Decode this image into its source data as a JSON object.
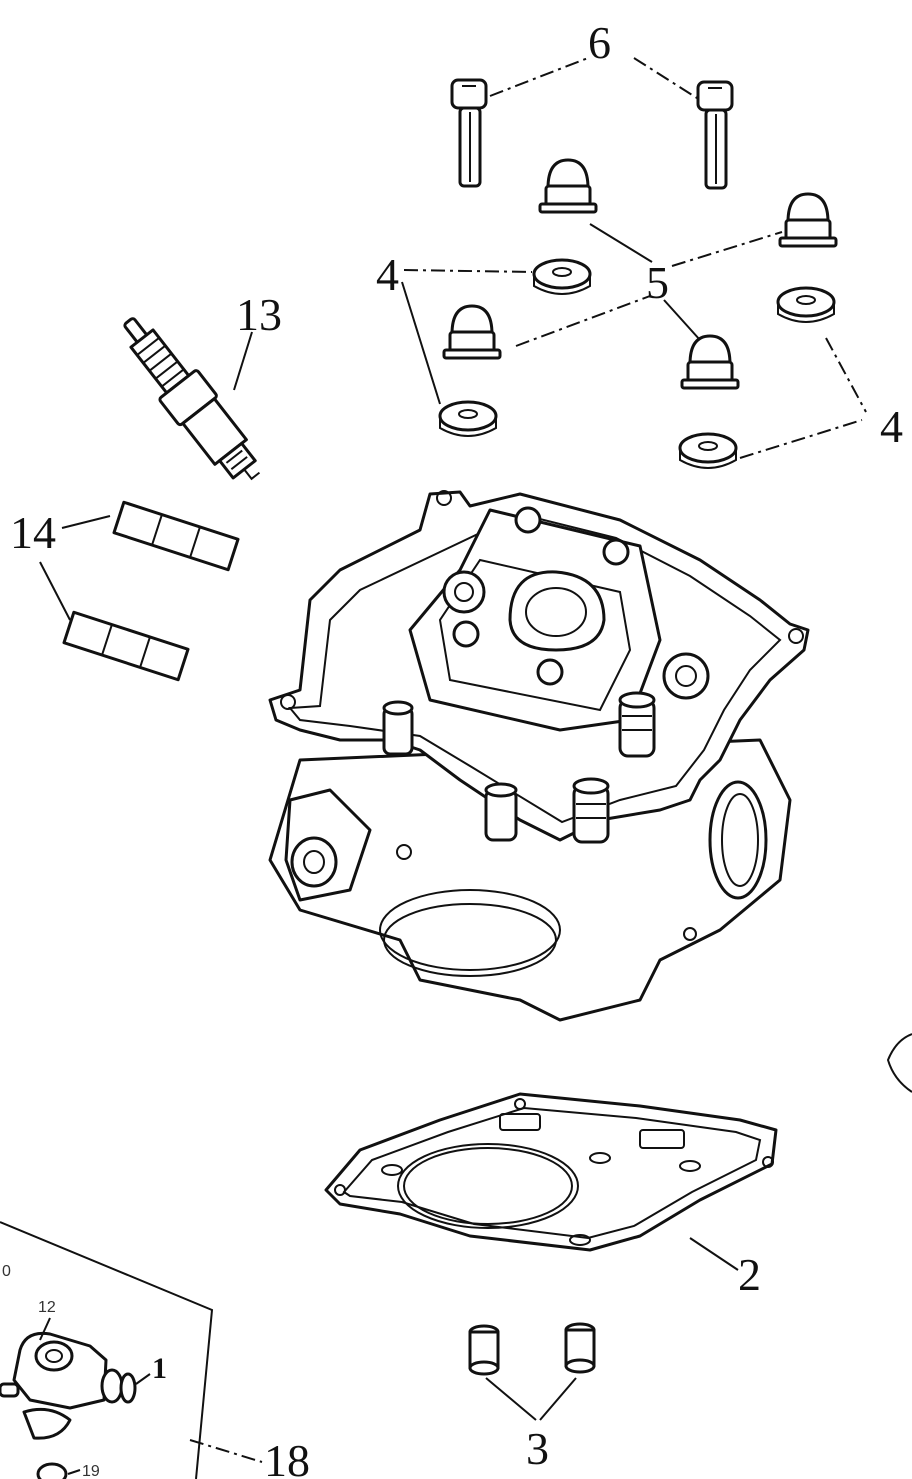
{
  "diagram": {
    "callouts": {
      "c1": "1",
      "c2": "2",
      "c3": "3",
      "c4a": "4",
      "c4b": "4",
      "c5": "5",
      "c6": "6",
      "c12": "12",
      "c13": "13",
      "c14": "14",
      "c18": "18",
      "c19": "19",
      "c10": "0"
    }
  }
}
